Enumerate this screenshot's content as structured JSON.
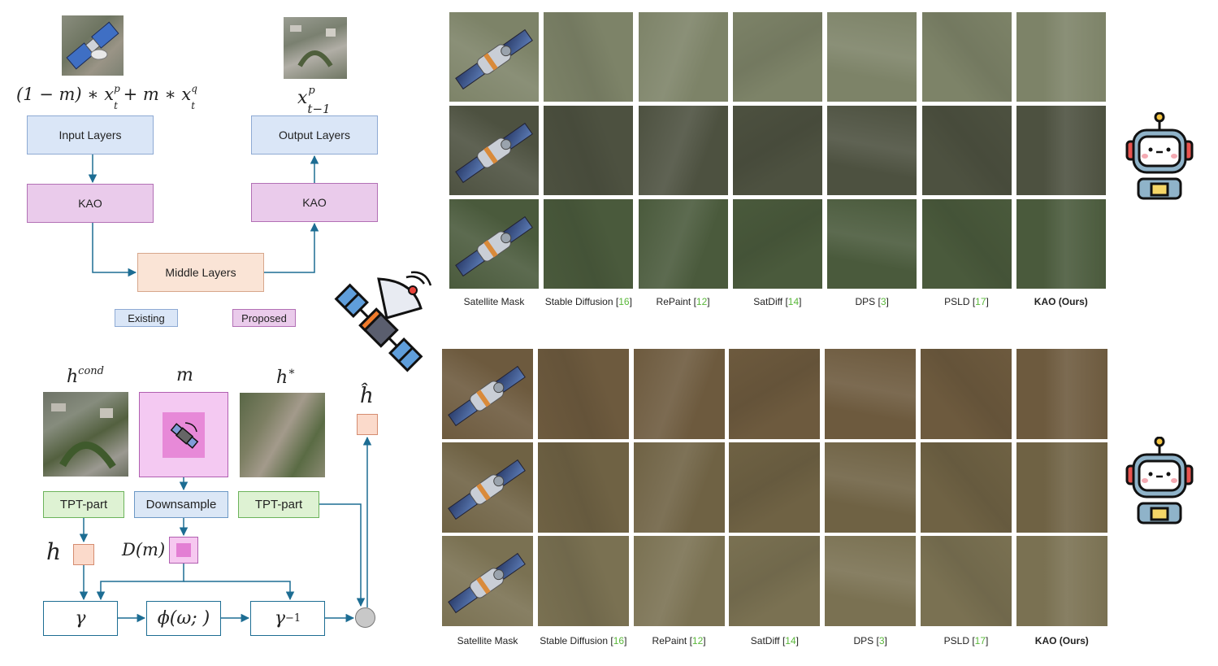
{
  "top_diagram": {
    "input_expr": "(1 − m) ∗ x",
    "input_sup1": "p",
    "input_sub1": "t",
    "input_mid": " + m ∗ x",
    "input_sup2": "q",
    "input_sub2": "t",
    "output_expr": "x",
    "output_sup": "p",
    "output_sub": "t−1",
    "input_layers": "Input Layers",
    "output_layers": "Output Layers",
    "kao_left": "KAO",
    "kao_right": "KAO",
    "middle_layers": "Middle Layers",
    "legend_existing": "Existing",
    "legend_proposed": "Proposed"
  },
  "bottom_diagram": {
    "h_cond_base": "h",
    "h_cond_sup": "cond",
    "m_label": "m",
    "h_star_base": "h",
    "h_star_sup": "∗",
    "h_hat": "ĥ",
    "tpt_left": "TPT-part",
    "downsample": "Downsample",
    "tpt_right": "TPT-part",
    "h_label": "h",
    "dm_label": "D(m)",
    "gamma": "γ",
    "phi": "ϕ(ω; )",
    "gamma_inv_base": "γ",
    "gamma_inv_sup": "−1"
  },
  "grid_top": {
    "captions": [
      {
        "text": "Satellite Mask",
        "ref": ""
      },
      {
        "text": "Stable Diffusion ",
        "ref": "16"
      },
      {
        "text": "RePaint ",
        "ref": "12"
      },
      {
        "text": "SatDiff ",
        "ref": "14"
      },
      {
        "text": "DPS ",
        "ref": "3"
      },
      {
        "text": "PSLD ",
        "ref": "17"
      },
      {
        "text": "KAO (Ours)",
        "ref": ""
      }
    ],
    "row_colors": [
      "#7d8368",
      "#4d5140",
      "#4a5a3c"
    ]
  },
  "grid_bottom": {
    "captions": [
      {
        "text": "Satellite Mask",
        "ref": ""
      },
      {
        "text": "Stable Diffusion ",
        "ref": "16"
      },
      {
        "text": "RePaint ",
        "ref": "12"
      },
      {
        "text": "SatDiff ",
        "ref": "14"
      },
      {
        "text": "DPS ",
        "ref": "3"
      },
      {
        "text": "PSLD ",
        "ref": "17"
      },
      {
        "text": "KAO (Ours)",
        "ref": ""
      }
    ],
    "row_colors": [
      "#6d5a3e",
      "#6f6244",
      "#7a7152"
    ]
  },
  "icons": {
    "satellite": "satellite-icon",
    "robot": "robot-icon"
  },
  "colors": {
    "arrow": "#1d6d93",
    "existing": "#dae6f7",
    "proposed": "#eacbeb",
    "middle": "#fae4d6",
    "tpt": "#def2d3",
    "ref_green": "#5ab83a"
  }
}
